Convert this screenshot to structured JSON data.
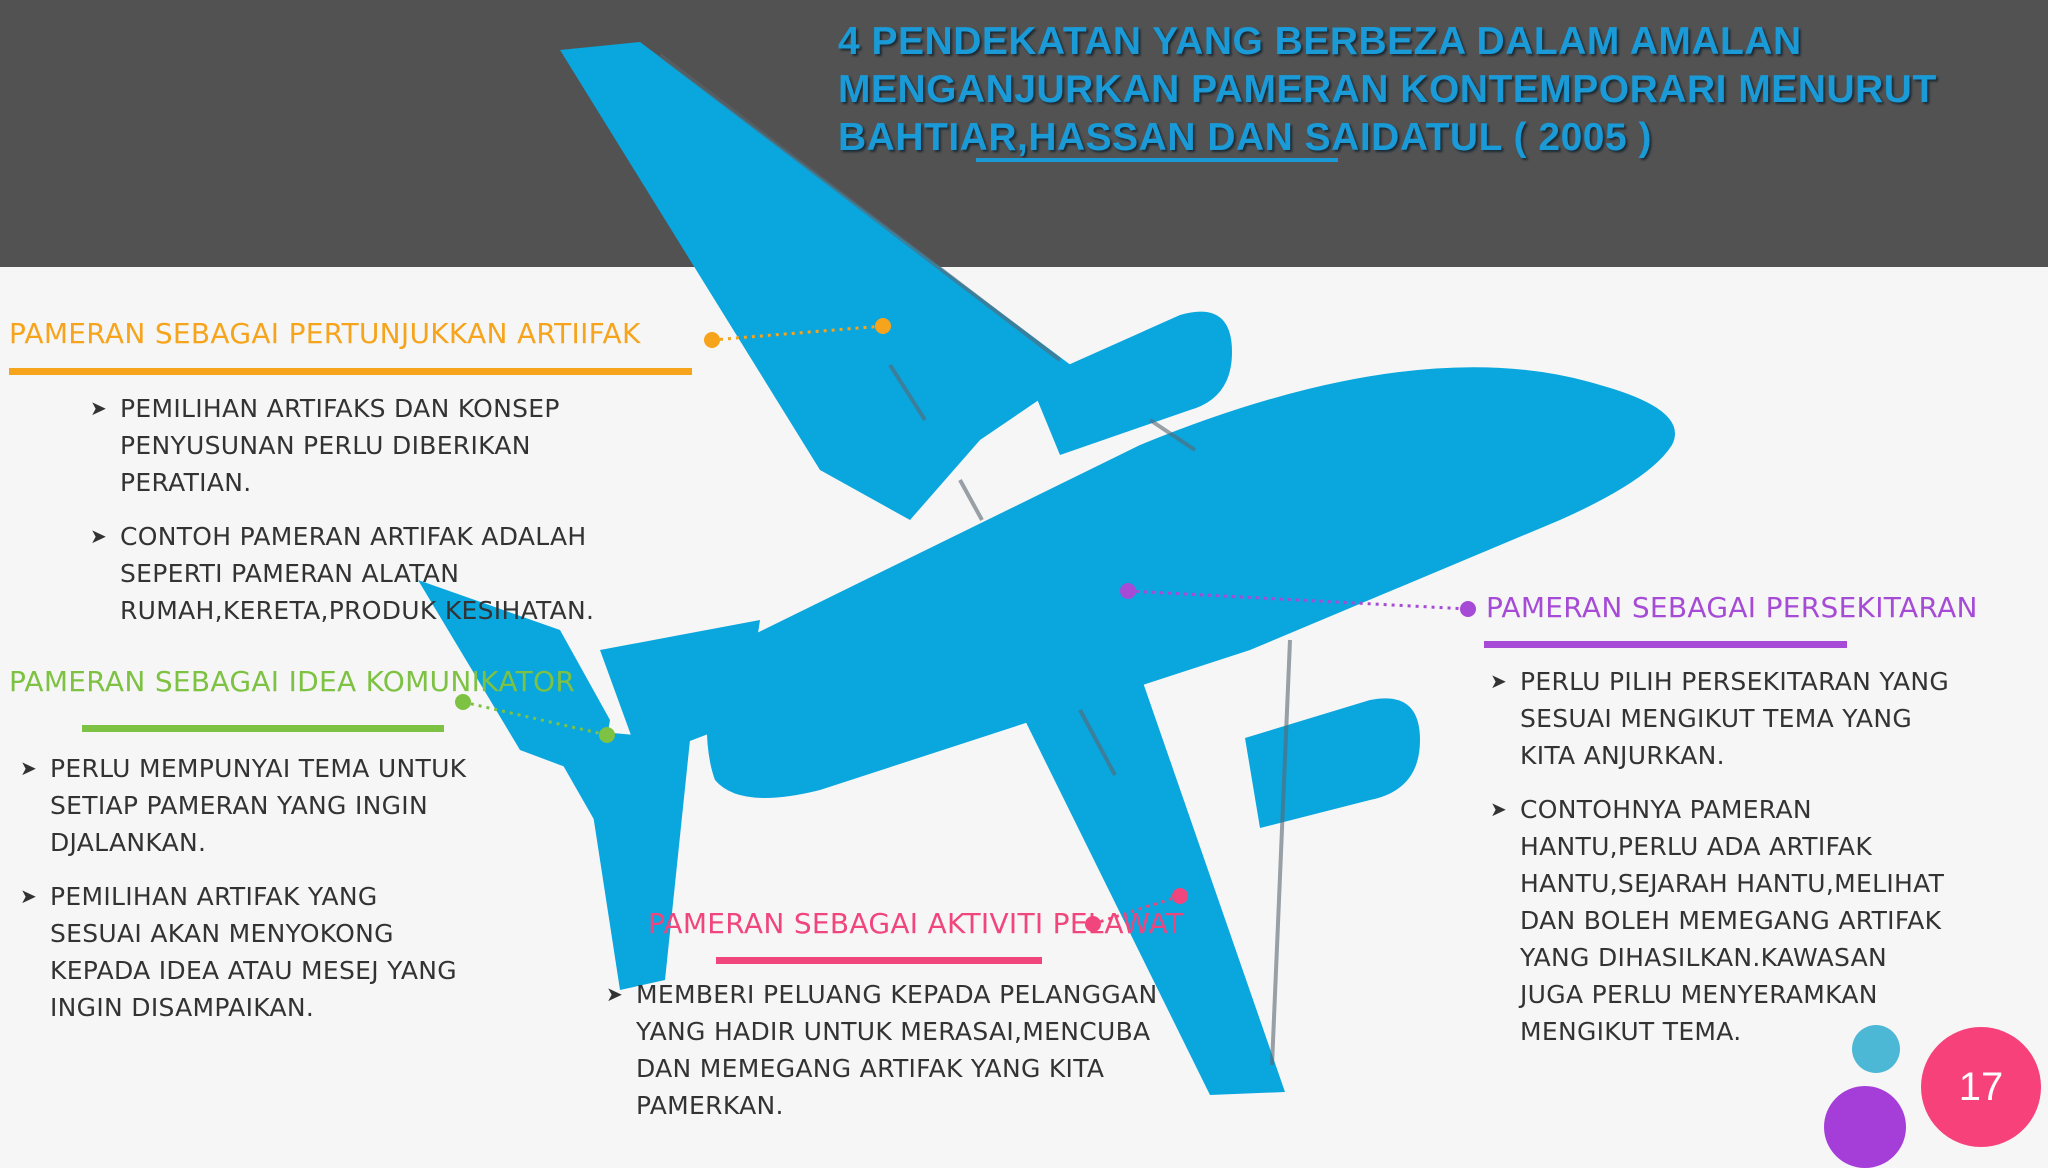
{
  "title": {
    "line1": "4 PENDEKATAN YANG BERBEZA DALAM AMALAN",
    "line2": "MENGANJURKAN PAMERAN KONTEMPORARI MENURUT",
    "line3": "BAHTIAR,HASSAN DAN SAIDATUL ( 2005 )"
  },
  "sections": {
    "artifak": {
      "heading": "PAMERAN SEBAGAI PERTUNJUKKAN ARTIIFAK",
      "color": "#f7a41d",
      "bullets": [
        [
          "PEMILIHAN ARTIFAKS DAN KONSEP",
          "PENYUSUNAN PERLU DIBERIKAN",
          "PERATIAN."
        ],
        [
          "CONTOH PAMERAN ARTIFAK ADALAH",
          "SEPERTI PAMERAN ALATAN",
          "RUMAH,KERETA,PRODUK KESIHATAN."
        ]
      ]
    },
    "idea": {
      "heading": "PAMERAN SEBAGAI IDEA KOMUNIKATOR",
      "color": "#7dc242",
      "bullets": [
        [
          "PERLU MEMPUNYAI TEMA UNTUK",
          "SETIAP PAMERAN YANG INGIN",
          "DJALANKAN."
        ],
        [
          "PEMILIHAN ARTIFAK YANG",
          "SESUAI AKAN MENYOKONG",
          "KEPADA IDEA ATAU MESEJ YANG",
          "INGIN DISAMPAIKAN."
        ]
      ]
    },
    "aktiviti": {
      "heading": "PAMERAN SEBAGAI AKTIVITI PELAWAT",
      "color": "#f0457d",
      "bullets": [
        [
          "MEMBERI PELUANG KEPADA PELANGGAN",
          "YANG HADIR UNTUK MERASAI,MENCUBA",
          "DAN MEMEGANG ARTIFAK YANG KITA",
          "PAMERKAN."
        ]
      ]
    },
    "persekitaran": {
      "heading": "PAMERAN SEBAGAI PERSEKITARAN",
      "color": "#a64bd6",
      "bullets": [
        [
          "PERLU PILIH PERSEKITARAN YANG",
          "SESUAI MENGIKUT TEMA YANG",
          "KITA ANJURKAN."
        ],
        [
          "CONTOHNYA PAMERAN",
          "HANTU,PERLU ADA ARTIFAK",
          "HANTU,SEJARAH HANTU,MELIHAT",
          "DAN BOLEH MEMEGANG ARTIFAK",
          "YANG DIHASILKAN.KAWASAN",
          "JUGA PERLU MENYERAMKAN",
          "MENGIKUT TEMA."
        ]
      ]
    }
  },
  "slide_number": "17",
  "colors": {
    "header_bg": "#525252",
    "plane": "#0aa6de",
    "title": "#1a9ad6",
    "badge": "#f7417a",
    "dot_blue": "#4db7d6",
    "dot_purple": "#a53ed8"
  },
  "icons": {
    "airplane": "airplane-silhouette",
    "bullet": "arrowhead-bullet"
  }
}
